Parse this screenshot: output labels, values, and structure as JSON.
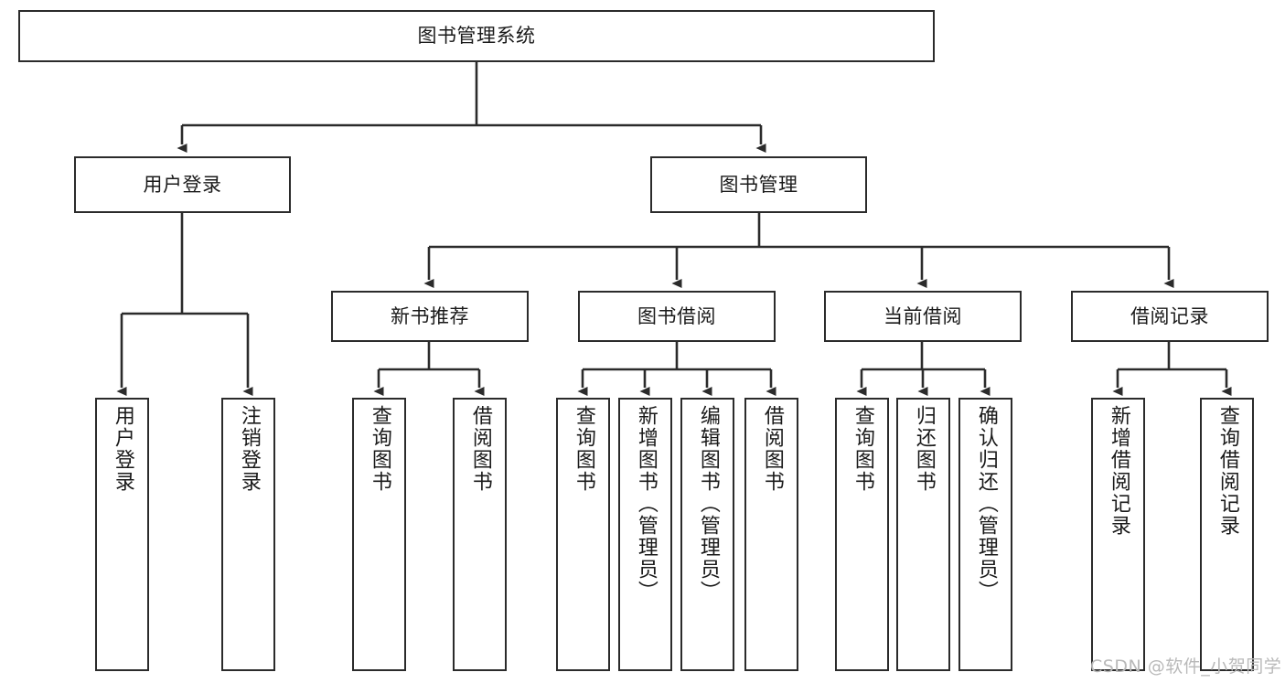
{
  "diagram": {
    "type": "tree-hierarchy-chart",
    "title": "图书管理系统",
    "watermark": "CSDN @软件_小贺同学",
    "colors": {
      "stroke": "#2b2b2b",
      "fill": "#ffffff",
      "text": "#1a1a1a",
      "watermark": "#b9b9b9"
    },
    "levels": {
      "root": {
        "label": "图书管理系统"
      },
      "level2": [
        {
          "label": "用户登录"
        },
        {
          "label": "图书管理"
        }
      ],
      "level3": [
        {
          "label": "新书推荐"
        },
        {
          "label": "图书借阅"
        },
        {
          "label": "当前借阅"
        },
        {
          "label": "借阅记录"
        }
      ],
      "leaves": {
        "user_login": [
          {
            "label": "用户登录"
          },
          {
            "label": "注销登录"
          }
        ],
        "new_book": [
          {
            "label": "查询图书"
          },
          {
            "label": "借阅图书"
          }
        ],
        "book_borrow": [
          {
            "label": "查询图书"
          },
          {
            "label": "新增图书（管理员）"
          },
          {
            "label": "编辑图书（管理员）"
          },
          {
            "label": "借阅图书"
          }
        ],
        "current_borrow": [
          {
            "label": "查询图书"
          },
          {
            "label": "归还图书"
          },
          {
            "label": "确认归还（管理员）"
          }
        ],
        "borrow_record": [
          {
            "label": "新增借阅记录"
          },
          {
            "label": "查询借阅记录"
          }
        ]
      }
    }
  }
}
